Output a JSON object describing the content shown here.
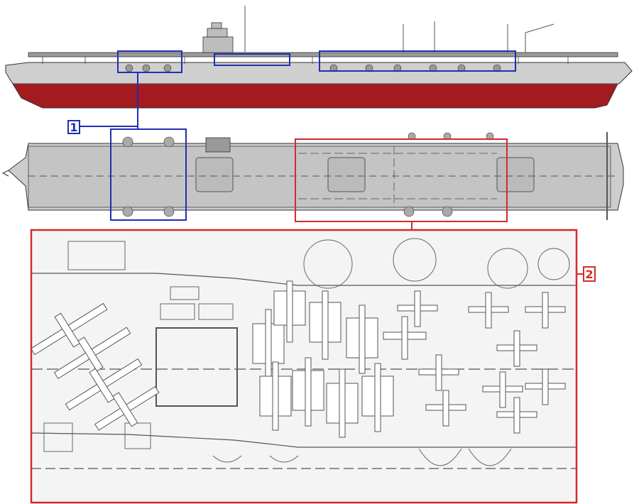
{
  "colors": {
    "hull_red": "#a31a1f",
    "hull_grey": "#c9c9c9",
    "deck_grey": "#c8c8c8",
    "outline": "#333333",
    "callout_blue": "#1e2fb5",
    "callout_red": "#d42a2a",
    "drawing_bg": "#f4f4f4",
    "drawing_line": "#555555"
  },
  "callouts": [
    {
      "id": "1",
      "label": "1",
      "color": "callout_blue"
    },
    {
      "id": "2",
      "label": "2",
      "color": "callout_red"
    }
  ]
}
